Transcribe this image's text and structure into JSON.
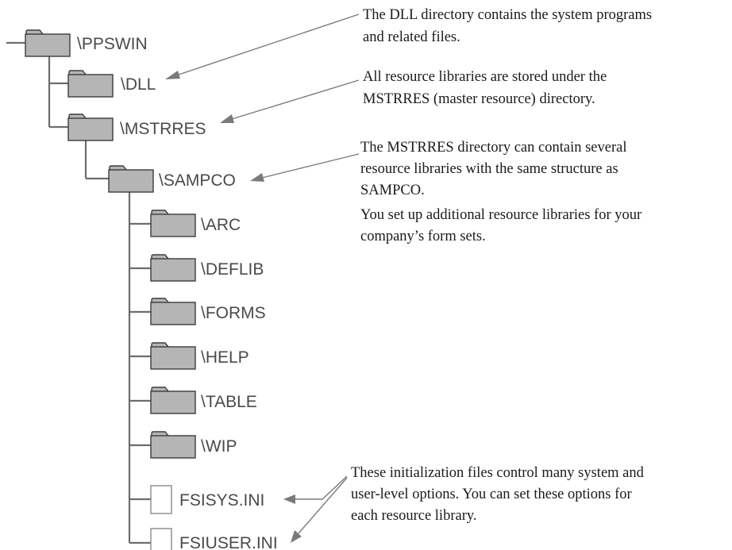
{
  "tree": {
    "root": {
      "label": "\\PPSWIN",
      "icon": "folder-icon"
    },
    "dll": {
      "label": "\\DLL",
      "icon": "folder-icon"
    },
    "mstrres": {
      "label": "\\MSTRRES",
      "icon": "folder-icon"
    },
    "sampco": {
      "label": "\\SAMPCO",
      "icon": "folder-icon"
    },
    "subfolders": [
      {
        "label": "\\ARC",
        "icon": "folder-icon"
      },
      {
        "label": "\\DEFLIB",
        "icon": "folder-icon"
      },
      {
        "label": "\\FORMS",
        "icon": "folder-icon"
      },
      {
        "label": "\\HELP",
        "icon": "folder-icon"
      },
      {
        "label": "\\TABLE",
        "icon": "folder-icon"
      },
      {
        "label": "\\WIP",
        "icon": "folder-icon"
      }
    ],
    "files": [
      {
        "label": "FSISYS.INI",
        "icon": "file-icon"
      },
      {
        "label": "FSIUSER.INI",
        "icon": "file-icon"
      }
    ]
  },
  "notes": {
    "dll": [
      "The DLL directory contains the system programs",
      "and related files."
    ],
    "mstrres": [
      "All resource libraries are stored under the",
      "MSTRRES (master resource) directory."
    ],
    "sampco": [
      "The MSTRRES directory can contain several",
      "resource libraries with the same structure as",
      "SAMPCO."
    ],
    "additional": [
      "You set up additional resource libraries for your",
      "company’s form sets."
    ],
    "ini": [
      "These initialization files control many system and",
      "user-level options. You can set these options for",
      "each resource library."
    ]
  },
  "colors": {
    "folder_fill": "#b5b5b5",
    "folder_outline": "#3d3d3d",
    "tree_lines": "#6d6d6d",
    "label_text": "#4a4a4a",
    "note_text": "#1a1a1a"
  }
}
